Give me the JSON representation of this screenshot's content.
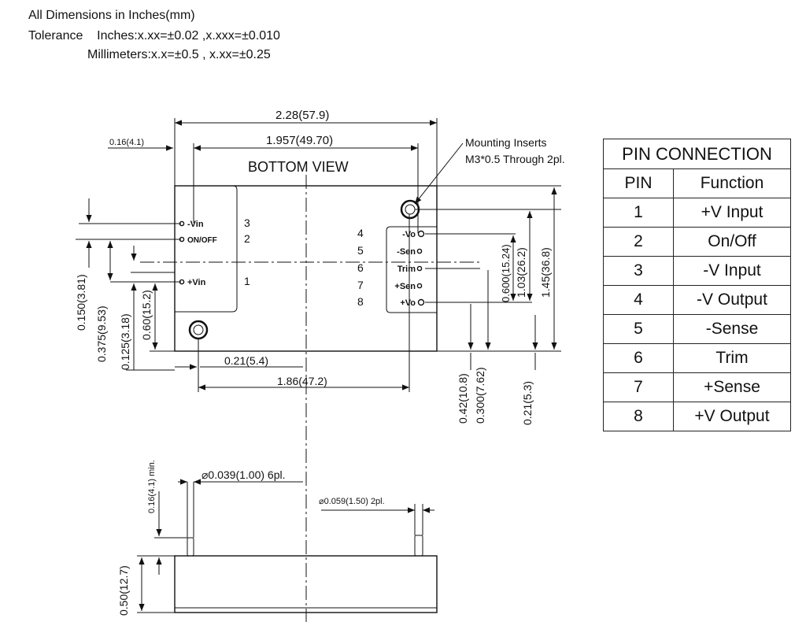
{
  "header": {
    "line1": "All Dimensions in Inches(mm)",
    "line2": "Tolerance    Inches:x.xx=±0.02 ,x.xxx=±0.010",
    "line3": "Millimeters:x.x=±0.5 , x.xx=±0.25"
  },
  "bottom_view": {
    "title": "BOTTOM VIEW",
    "mounting_note_1": "Mounting Inserts",
    "mounting_note_2": "M3*0.5 Through 2pl.",
    "pins_left": [
      {
        "num": "3",
        "label": "-Vin"
      },
      {
        "num": "2",
        "label": "ON/OFF"
      },
      {
        "num": "1",
        "label": "+Vin"
      }
    ],
    "pins_right": [
      {
        "num": "4",
        "label": "-Vo"
      },
      {
        "num": "5",
        "label": "-Sen"
      },
      {
        "num": "6",
        "label": "Trim"
      },
      {
        "num": "7",
        "label": "+Sen"
      },
      {
        "num": "8",
        "label": "+Vo"
      }
    ],
    "dims": {
      "overall_width": "2.28(57.9)",
      "pin_span": "1.957(49.70)",
      "left_offset": "0.16(4.1)",
      "insert_offset": "0.21(5.4)",
      "insert_span": "1.86(47.2)",
      "v_0150": "0.150(3.81)",
      "v_0375": "0.375(9.53)",
      "v_0125": "0.125(3.18)",
      "v_060": "0.60(15.2)",
      "v_0600": "0.600(15.24)",
      "v_103": "1.03(26.2)",
      "v_145": "1.45(36.8)",
      "v_042": "0.42(10.8)",
      "v_0300": "0.300(7.62)",
      "v_021": "0.21(5.3)"
    }
  },
  "side_view": {
    "pin_len": "0.16(4.1) min.",
    "pin_dia_small": "⌀0.039(1.00) 6pl.",
    "pin_dia_large": "⌀0.059(1.50) 2pl.",
    "height": "0.50(12.7)"
  },
  "pin_table": {
    "title": "PIN CONNECTION",
    "col_pin": "PIN",
    "col_function": "Function",
    "rows": [
      {
        "pin": "1",
        "function": "+V Input"
      },
      {
        "pin": "2",
        "function": "On/Off"
      },
      {
        "pin": "3",
        "function": "-V Input"
      },
      {
        "pin": "4",
        "function": "-V Output"
      },
      {
        "pin": "5",
        "function": "-Sense"
      },
      {
        "pin": "6",
        "function": "Trim"
      },
      {
        "pin": "7",
        "function": "+Sense"
      },
      {
        "pin": "8",
        "function": "+V Output"
      }
    ]
  }
}
